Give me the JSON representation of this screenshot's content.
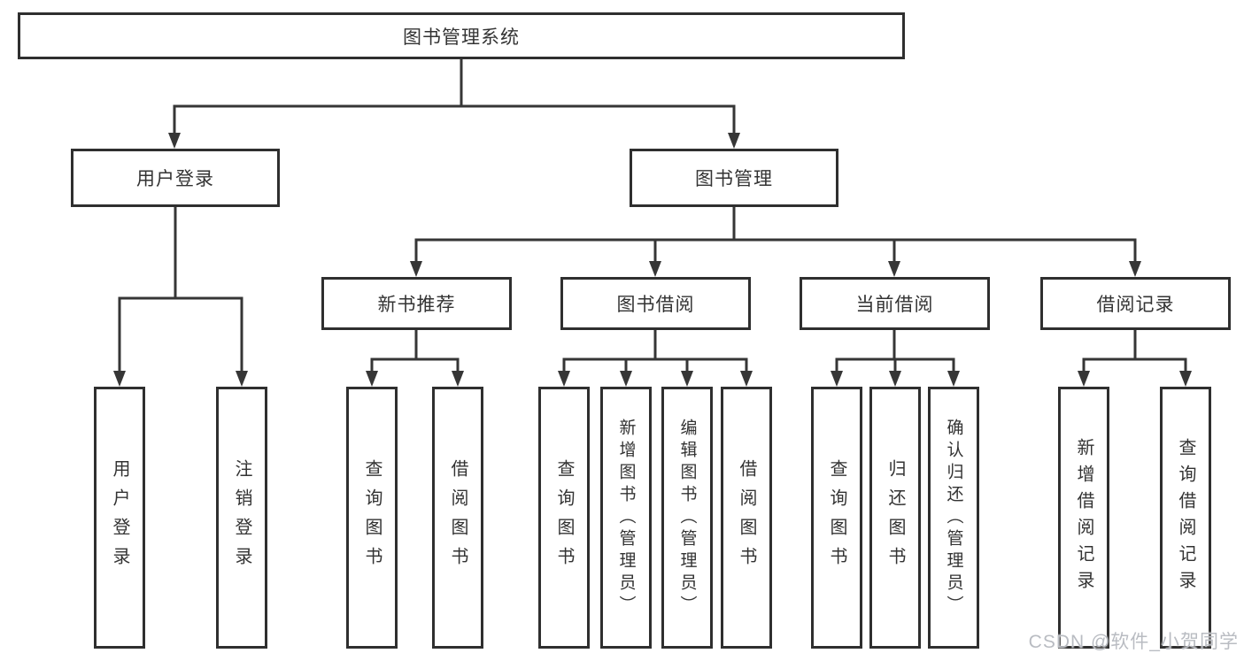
{
  "tree": {
    "root": {
      "label": "图书管理系统"
    },
    "login": {
      "label": "用户登录",
      "children": [
        {
          "label": "用户登录"
        },
        {
          "label": "注销登录"
        }
      ]
    },
    "management": {
      "label": "图书管理",
      "groups": [
        {
          "label": "新书推荐",
          "children": [
            {
              "label": "查询图书"
            },
            {
              "label": "借阅图书"
            }
          ]
        },
        {
          "label": "图书借阅",
          "children": [
            {
              "label": "查询图书"
            },
            {
              "label": "新增图书（管理员）"
            },
            {
              "label": "编辑图书（管理员）"
            },
            {
              "label": "借阅图书"
            }
          ]
        },
        {
          "label": "当前借阅",
          "children": [
            {
              "label": "查询图书"
            },
            {
              "label": "归还图书"
            },
            {
              "label": "确认归还（管理员）"
            }
          ]
        },
        {
          "label": "借阅记录",
          "children": [
            {
              "label": "新增借阅记录"
            },
            {
              "label": "查询借阅记录"
            }
          ]
        }
      ]
    }
  },
  "watermark": {
    "text": "CSDN @软件_小贺同学"
  },
  "colors": {
    "line": "#363636",
    "box_border": "#2f2f2f",
    "text": "#333333",
    "background": "#ffffff",
    "watermark": "#b9bcc2"
  }
}
